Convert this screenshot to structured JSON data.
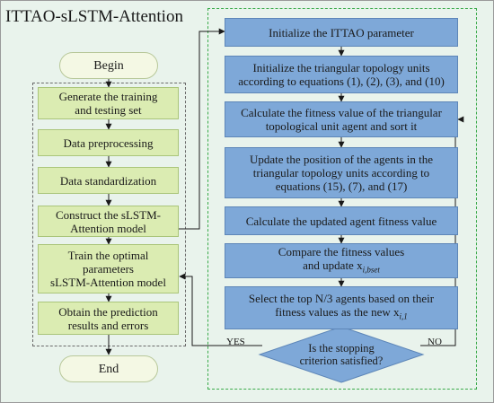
{
  "title": "ITTAO-sLSTM-Attention",
  "left": {
    "begin": "Begin",
    "end": "End",
    "steps": [
      [
        "Generate the training",
        "and testing set"
      ],
      [
        "Data preprocessing"
      ],
      [
        "Data standardization"
      ],
      [
        "Construct the sLSTM-",
        "Attention model"
      ],
      [
        "Train the optimal",
        "parameters",
        "sLSTM-Attention model"
      ],
      [
        "Obtain the prediction",
        "results and errors"
      ]
    ]
  },
  "right": {
    "steps": [
      [
        "Initialize the ITTAO parameter"
      ],
      [
        "Initialize the triangular topology units",
        "according to equations (1), (2), (3), and (10)"
      ],
      [
        "Calculate the fitness value of the triangular",
        "topological unit agent and sort it"
      ],
      [
        "Update the position of the agents in the",
        "triangular topology units according to",
        "equations (15), (7), and (17)"
      ],
      [
        "Calculate the updated agent fitness value"
      ],
      [
        "Compare the fitness values",
        "and update x",
        "i,bset"
      ],
      [
        "Select the top N/3 agents based on their",
        "fitness values as the new x",
        "i,1"
      ]
    ],
    "decision": [
      "Is the stopping",
      "criterion satisfied?"
    ],
    "yes": "YES",
    "no": "NO"
  },
  "colors": {
    "background": "#e9f3ec",
    "green_box": "#dbecb2",
    "blue_box": "#7ea8d8",
    "terminal": "#f4f8e4",
    "right_dash": "#3aaa4a"
  }
}
